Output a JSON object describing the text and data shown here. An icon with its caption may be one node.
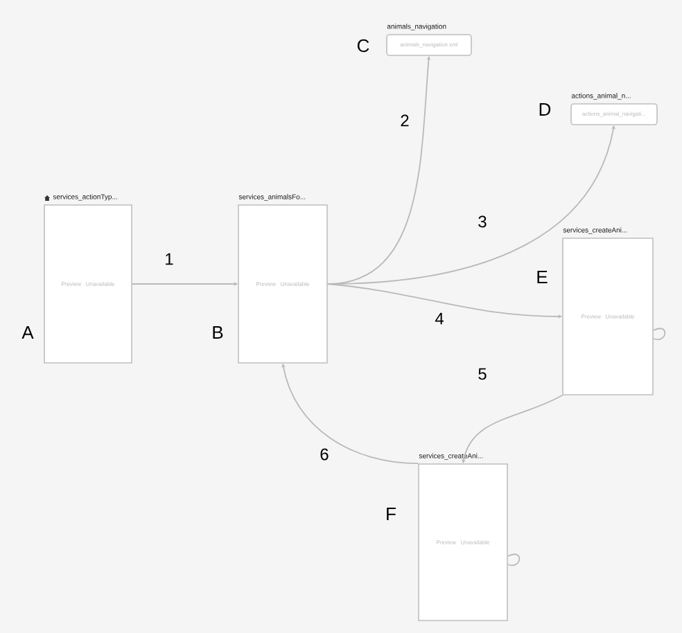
{
  "diagram": {
    "nodes": [
      {
        "text": [
          "services_actionTyp...",
          "Preview Unavailable"
        ],
        "beside": [
          "A"
        ]
      },
      {
        "text": [
          "services_animalsFo...",
          "Preview Unavailable"
        ],
        "beside": [
          "B"
        ]
      },
      {
        "text": [
          "animals_navigation",
          "animals_navigation.xml"
        ],
        "beside": [
          "C"
        ]
      },
      {
        "text": [
          "actions_animal_n...",
          "actions_animal_navigati..."
        ],
        "beside": [
          "D"
        ]
      },
      {
        "text": [
          "services_createAni...",
          "Preview Unavailable"
        ],
        "beside": [
          "E"
        ]
      },
      {
        "text": [
          "services_createAni...",
          "Preview Unavailable"
        ],
        "beside": [
          "F"
        ]
      }
    ],
    "edges": [
      {
        "from": 0,
        "to": 1,
        "arrow": "to",
        "label": "1"
      },
      {
        "from": 1,
        "to": 2,
        "arrow": "to",
        "label": "2"
      },
      {
        "from": 1,
        "to": 3,
        "arrow": "to",
        "label": "3"
      },
      {
        "from": 1,
        "to": 4,
        "arrow": "to",
        "label": "4"
      },
      {
        "from": 4,
        "to": 5,
        "arrow": "to",
        "label": "5"
      },
      {
        "from": 5,
        "to": 1,
        "arrow": "to",
        "label": "6"
      },
      {
        "from": 4,
        "to": 4,
        "arrow": "none"
      },
      {
        "from": 5,
        "to": 5,
        "arrow": "none"
      }
    ]
  }
}
